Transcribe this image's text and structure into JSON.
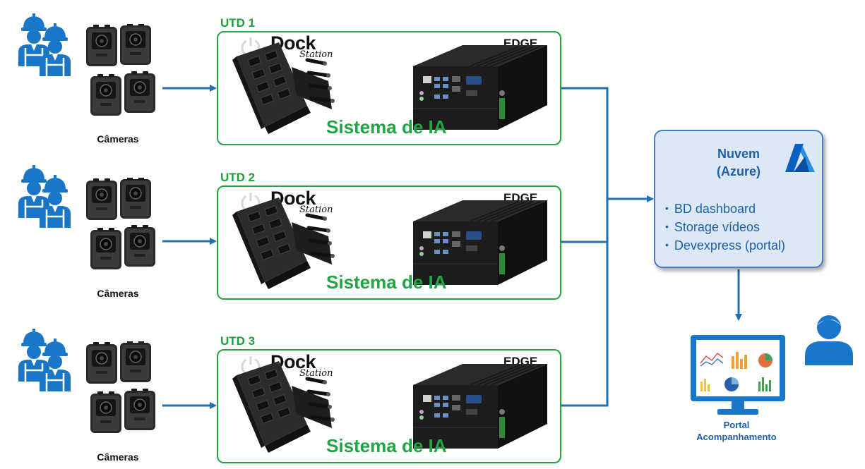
{
  "utds": [
    {
      "label": "UTD 1",
      "edge": "EDGE",
      "system": "Sistema de IA",
      "dock_title": "Dock",
      "dock_sub": "Station",
      "cameras": "Câmeras"
    },
    {
      "label": "UTD 2",
      "edge": "EDGE",
      "system": "Sistema de IA",
      "dock_title": "Dock",
      "dock_sub": "Station",
      "cameras": "Câmeras"
    },
    {
      "label": "UTD 3",
      "edge": "EDGE",
      "system": "Sistema de IA",
      "dock_title": "Dock",
      "dock_sub": "Station",
      "cameras": "Câmeras"
    }
  ],
  "cloud": {
    "title_line1": "Nuvem",
    "title_line2": "(Azure)",
    "items": [
      "BD dashboard",
      "Storage vídeos",
      "Devexpress (portal)"
    ],
    "icon": "azure-logo-icon"
  },
  "portal": {
    "line1": "Portal",
    "line2": "Acompanhamento",
    "icon": "monitor-dashboard-icon"
  },
  "colors": {
    "green": "#22a545",
    "blue_arrow": "#1f6fb5",
    "worker_blue": "#1877c9",
    "cloud_bg": "#dce8f6",
    "cloud_text": "#1f5fa8"
  }
}
